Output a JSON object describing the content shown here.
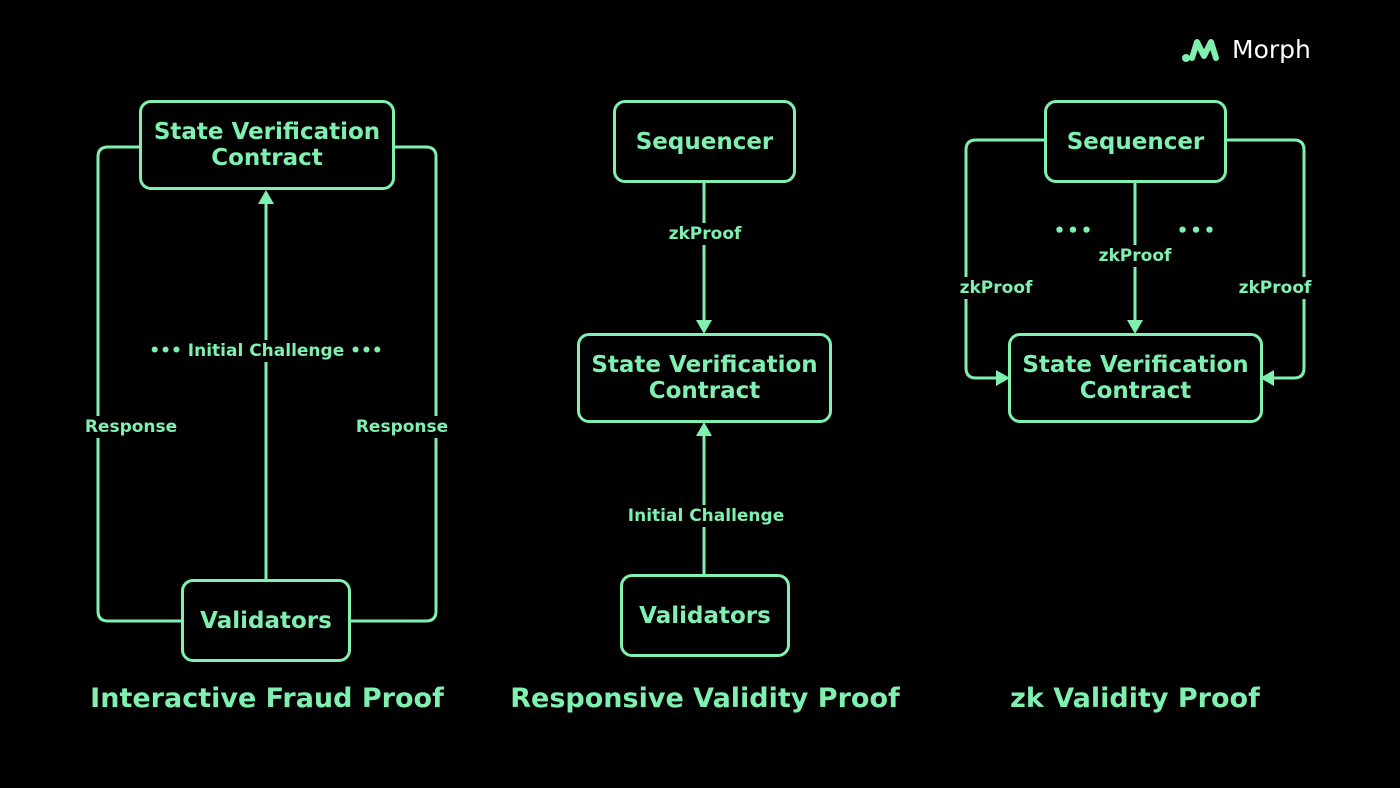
{
  "brand": {
    "name": "Morph",
    "logo_icon": "morph-logo-icon",
    "accent": "#7ff0b0"
  },
  "diagrams": [
    {
      "title": "Interactive Fraud Proof",
      "top_box": {
        "line1": "State Verification",
        "line2": "Contract"
      },
      "bottom_box": "Validators",
      "center_label": "Initial Challenge",
      "center_dots": "•••",
      "left_label": "Response",
      "right_label": "Response"
    },
    {
      "title": "Responsive Validity Proof",
      "top_box": "Sequencer",
      "middle_box": {
        "line1": "State Verification",
        "line2": "Contract"
      },
      "bottom_box": "Validators",
      "upper_label": "zkProof",
      "lower_label": "Initial Challenge"
    },
    {
      "title": "zk Validity Proof",
      "top_box": "Sequencer",
      "bottom_box": {
        "line1": "State Verification",
        "line2": "Contract"
      },
      "center_label": "zkProof",
      "left_label": "zkProof",
      "right_label": "zkProof",
      "dots_left": "•••",
      "dots_right": "•••"
    }
  ]
}
